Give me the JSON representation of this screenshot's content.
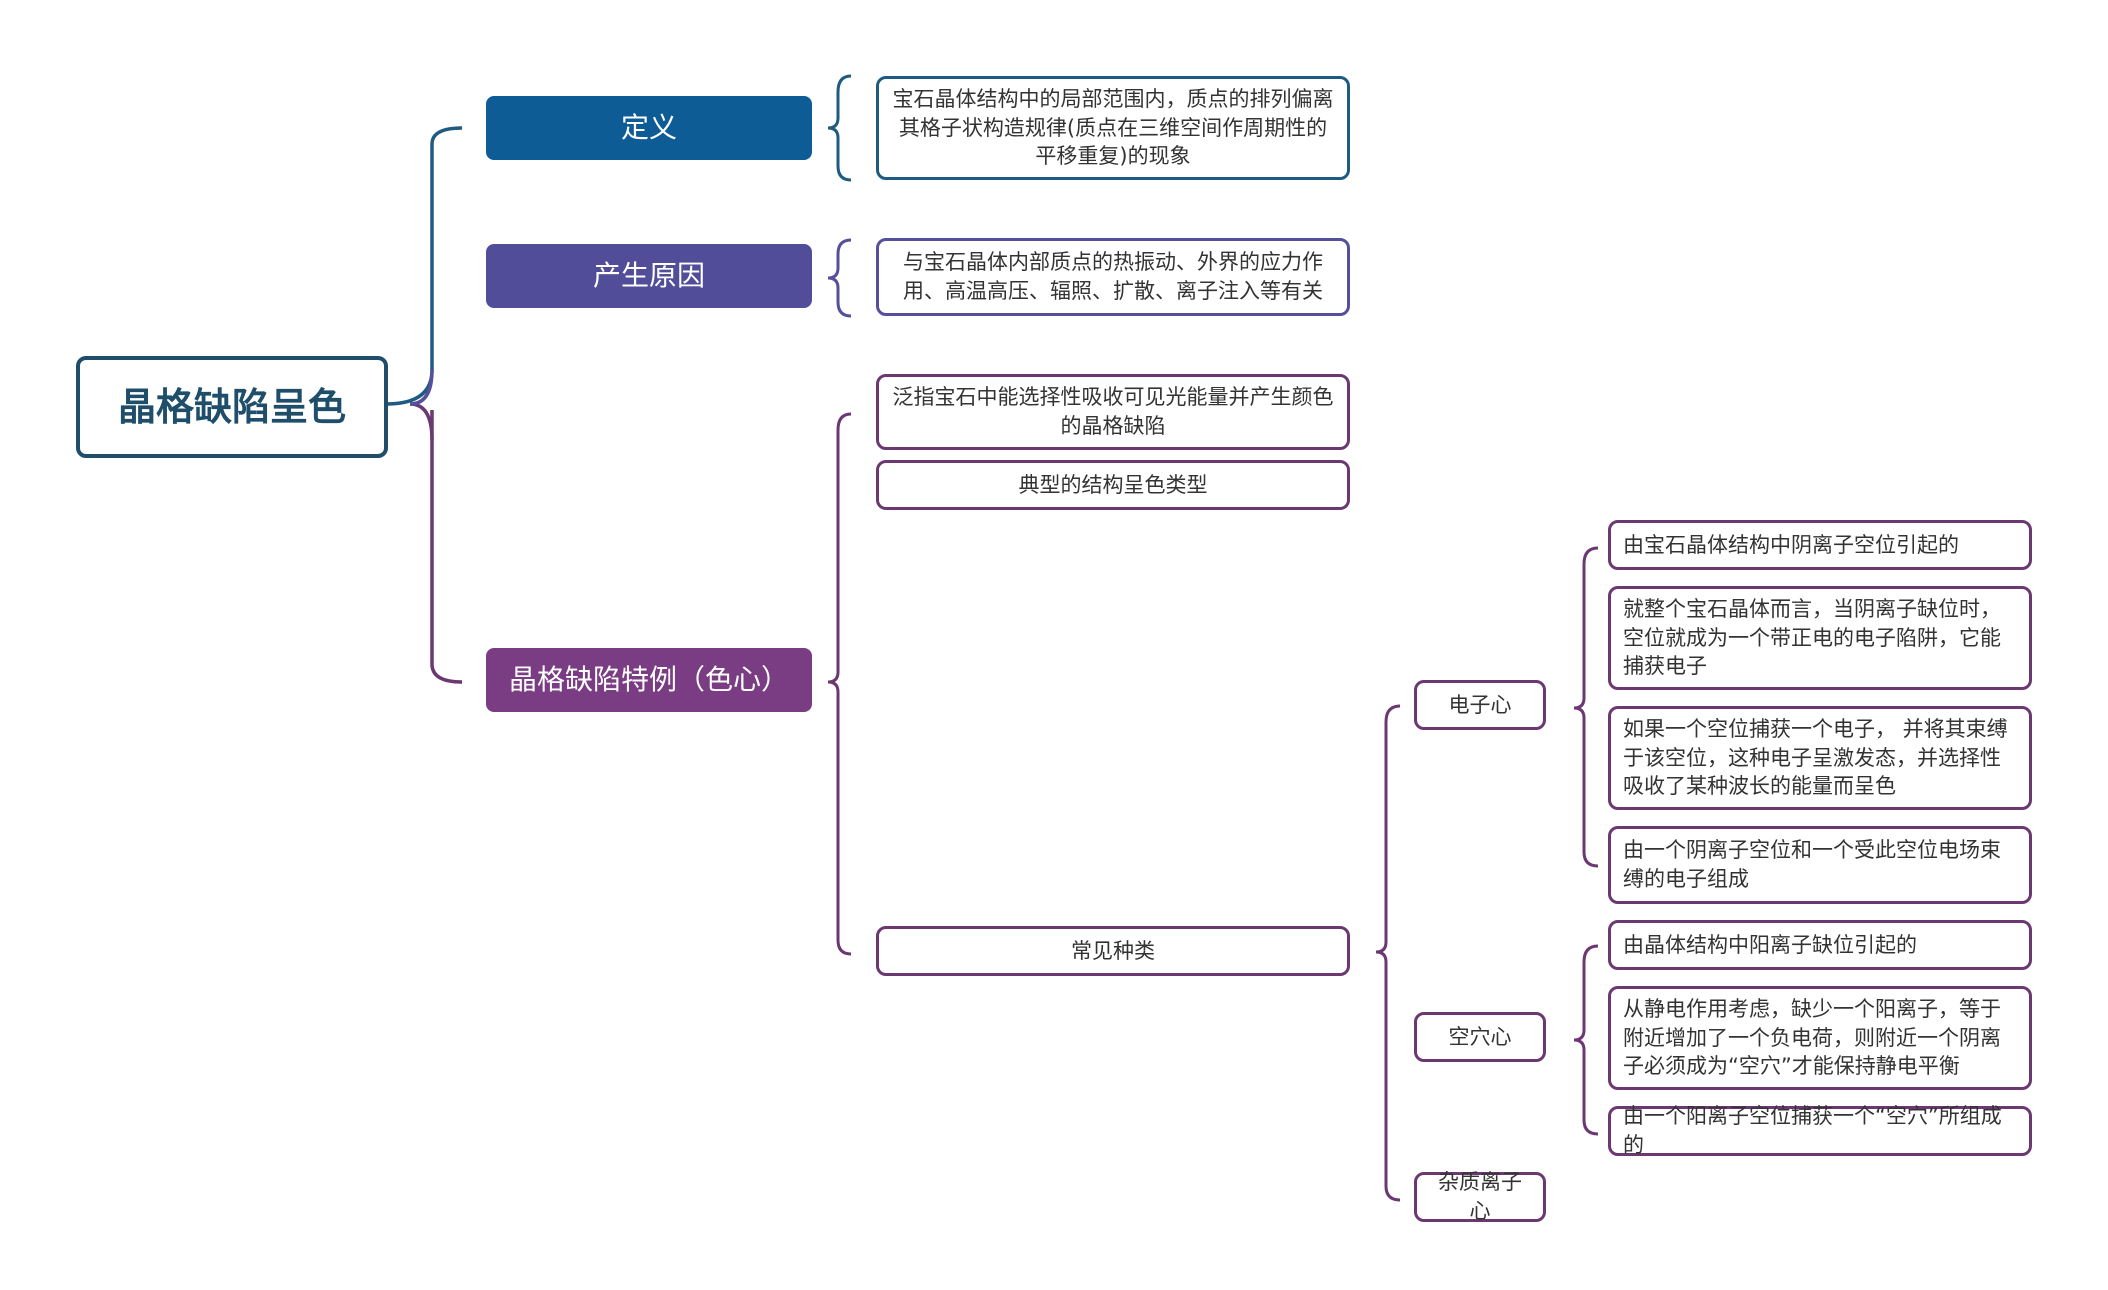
{
  "root": "晶格缺陷呈色",
  "branches": {
    "definition": {
      "label": "定义",
      "desc": "宝石晶体结构中的局部范围内，质点的排列偏离其格子状构造规律(质点在三维空间作周期性的平移重复)的现象"
    },
    "cause": {
      "label": "产生原因",
      "desc": "与宝石晶体内部质点的热振动、外界的应力作用、高温高压、辐照、扩散、离子注入等有关"
    },
    "special": {
      "label": "晶格缺陷特例（色心）",
      "desc": "泛指宝石中能选择性吸收可见光能量并产生颜色的晶格缺陷",
      "typical": "典型的结构呈色类型",
      "common": {
        "label": "常见种类",
        "electron": {
          "label": "电子心",
          "items": [
            "由宝石晶体结构中阴离子空位引起的",
            "就整个宝石晶体而言，当阴离子缺位时，空位就成为一个带正电的电子陷阱，它能捕获电子",
            "如果一个空位捕获一个电子， 并将其束缚于该空位，这种电子呈激发态，并选择性吸收了某种波长的能量而呈色",
            "由一个阴离子空位和一个受此空位电场束缚的电子组成"
          ]
        },
        "hole": {
          "label": "空穴心",
          "items": [
            "由晶体结构中阳离子缺位引起的",
            "从静电作用考虑，缺少一个阳离子，等于附近增加了一个负电荷，则附近一个阴离子必须成为“空穴”才能保持静电平衡",
            "由一个阳离子空位捕获一个“空穴”所组成的"
          ]
        },
        "impurity": {
          "label": "杂质离子心"
        }
      }
    }
  },
  "colors": {
    "root_border": "#1f4e6a",
    "definition": "#0e5c96",
    "cause": "#524d99",
    "special": "#7a3c82",
    "special_line": "#6b3872"
  }
}
